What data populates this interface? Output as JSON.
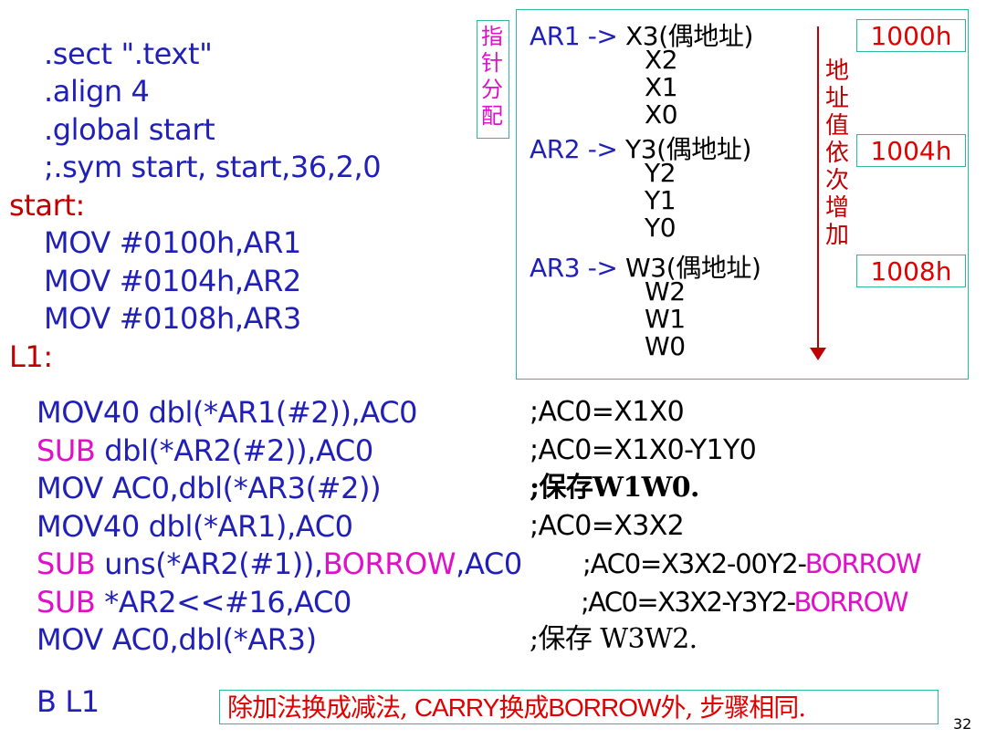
{
  "directives": [
    ".sect  \".text\"",
    ".align 4",
    ".global  start",
    ";.sym start, start,36,2,0"
  ],
  "labels": {
    "start": "start:",
    "l1": "L1:"
  },
  "init_code": [
    "MOV #0100h,AR1",
    "MOV #0104h,AR2",
    "MOV #0108h,AR3"
  ],
  "loop_code": [
    {
      "op": "MOV40",
      "args": " dbl(*AR1(#2)),AC0",
      "comment": ";AC0=X1X0"
    },
    {
      "op": "SUB",
      "args": " dbl(*AR2(#2)),AC0",
      "comment": ";AC0=X1X0-Y1Y0"
    },
    {
      "op": "MOV",
      "args": " AC0,dbl(*AR3(#2))",
      "comment": ";保存W1W0."
    },
    {
      "op": "MOV40",
      "args": " dbl(*AR1),AC0",
      "comment": ";AC0=X3X2"
    },
    {
      "op": "SUB",
      "args": " uns(*AR2(#1)),",
      "op2": "BORROW",
      "args2": ",AC0",
      "comment": ";AC0=X3X2-00Y2-",
      "comment_hl": "BORROW"
    },
    {
      "op": "SUB",
      "args": " *AR2<<#16,AC0",
      "comment": ";AC0=X3X2-Y3Y2-",
      "comment_hl": "BORROW"
    },
    {
      "op": "MOV",
      "args": " AC0,dbl(*AR3)",
      "comment": ";保存 W3W2."
    },
    {
      "op": "B",
      "args": " L1"
    }
  ],
  "pointer_box": [
    "指",
    "针",
    "分",
    "配"
  ],
  "memory_map": {
    "groups": [
      {
        "pointer": "AR1 -> ",
        "head": "X3(偶地址)",
        "rest": [
          "X2",
          "X1",
          "X0"
        ],
        "address": "1000h"
      },
      {
        "pointer": "AR2 -> ",
        "head": "Y3(偶地址)",
        "rest": [
          "Y2",
          "Y1",
          "Y0"
        ],
        "address": "1004h"
      },
      {
        "pointer": "AR3 -> ",
        "head": "W3(偶地址)",
        "rest": [
          "W2",
          "W1",
          "W0"
        ],
        "address": "1008h"
      }
    ],
    "vertical_note": [
      "地",
      "址",
      "值",
      "依",
      "次",
      "增",
      "加"
    ]
  },
  "bottom_note": {
    "part1": "除加法换成减法, ",
    "part2": "CARRY",
    "part3": "换成",
    "part4": "BORROW",
    "part5": "外, 步骤相同."
  },
  "page_number": "32",
  "colors": {
    "code": "#2020b8",
    "label": "#c00000",
    "highlight": "#e010c8",
    "address": "#e00000",
    "border": "#2cb8a0"
  }
}
